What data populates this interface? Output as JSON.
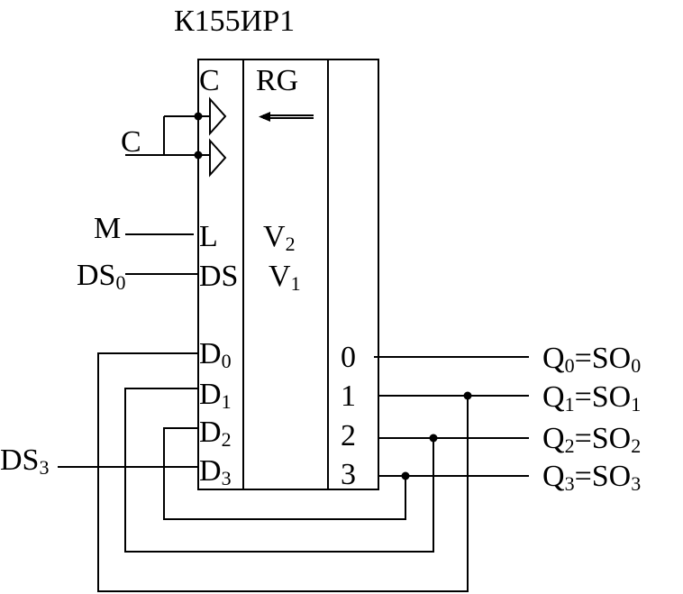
{
  "title": "К155ИР1",
  "chip": {
    "clock_label": "C",
    "function_label": "RG",
    "mode_label": "L",
    "serial_label": "DS",
    "mode_value": "V",
    "mode_value_sub": "2",
    "serial_value": "V",
    "serial_value_sub": "1",
    "inputs": [
      {
        "base": "D",
        "sub": "0"
      },
      {
        "base": "D",
        "sub": "1"
      },
      {
        "base": "D",
        "sub": "2"
      },
      {
        "base": "D",
        "sub": "3"
      }
    ],
    "outputs": [
      "0",
      "1",
      "2",
      "3"
    ]
  },
  "external": {
    "clock": "C",
    "mode": "M",
    "ds0": {
      "base": "DS",
      "sub": "0"
    },
    "ds3": {
      "base": "DS",
      "sub": "3"
    }
  },
  "output_labels": [
    {
      "q": "Q",
      "q_sub": "0",
      "eq": "=SO",
      "so_sub": "0"
    },
    {
      "q": "Q",
      "q_sub": "1",
      "eq": "=SO",
      "so_sub": "1"
    },
    {
      "q": "Q",
      "q_sub": "2",
      "eq": "=SO",
      "so_sub": "2"
    },
    {
      "q": "Q",
      "q_sub": "3",
      "eq": "=SO",
      "so_sub": "3"
    }
  ]
}
